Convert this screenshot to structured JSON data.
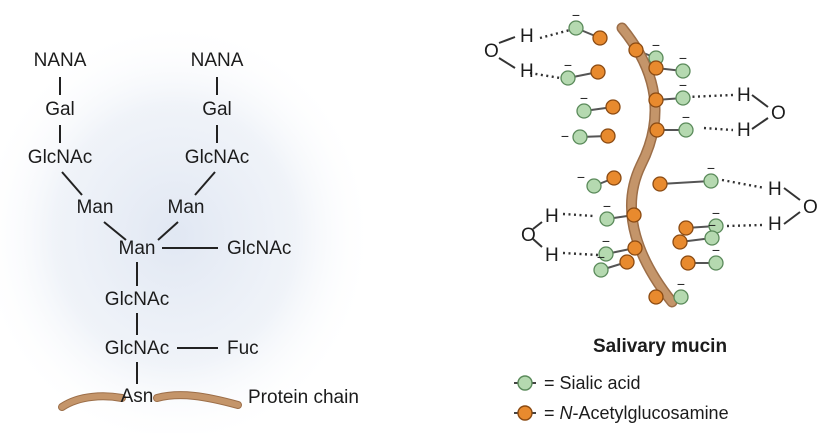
{
  "glycan": {
    "left_branch": {
      "nana": "NANA",
      "gal": "Gal",
      "glcnac": "GlcNAc",
      "man": "Man"
    },
    "right_branch": {
      "nana": "NANA",
      "gal": "Gal",
      "glcnac": "GlcNAc",
      "man": "Man"
    },
    "core_man": "Man",
    "core_side_glcnac": "GlcNAc",
    "core_glcnac_1": "GlcNAc",
    "core_glcnac_2": "GlcNAc",
    "fucose": "Fuc",
    "asparagine": "Asn",
    "protein_chain_label": "Protein chain"
  },
  "mucin": {
    "caption": "Salivary mucin",
    "hydrogen": "H",
    "oxygen": "O",
    "charge": "−"
  },
  "legend": {
    "sialic": {
      "text": "= Sialic acid",
      "color": "#b5d9b0"
    },
    "glcnac": {
      "prefix": "= ",
      "italic": "N",
      "suffix": "-Acetylglucosamine",
      "color": "#e88a2e"
    }
  },
  "colors": {
    "protein": "#c4956a",
    "protein_edge": "#9c6e48",
    "glow": "#dfe6f2"
  }
}
